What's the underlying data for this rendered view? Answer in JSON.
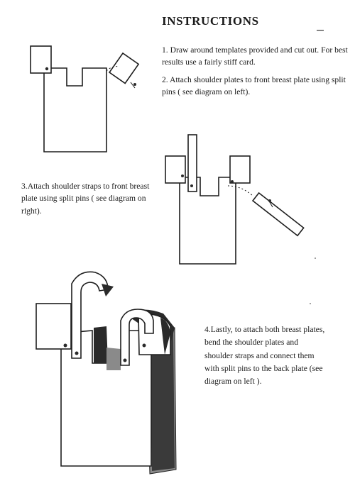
{
  "title": "INSTRUCTIONS",
  "steps": [
    "1. Draw around templates provided and cut out. For best results use a fairly stiff card.",
    "2. Attach shoulder plates to front breast plate using split pins ( see diagram on left).",
    "3.Attach shoulder straps to front breast plate using split pins ( see diagram on right).",
    "4.Lastly, to attach both breast plates, bend the shoulder plates and shoulder straps and connect them with split pins to the back plate (see diagram on left )."
  ]
}
